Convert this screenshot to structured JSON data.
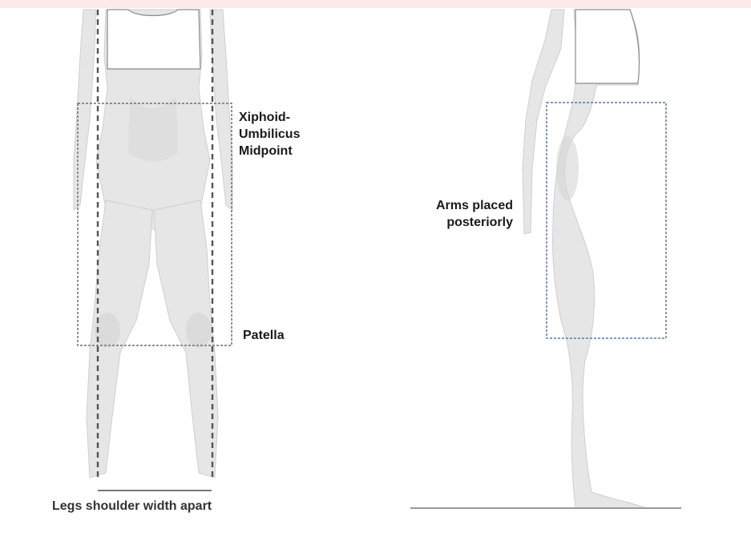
{
  "labels": {
    "xiphoid": [
      "Xiphoid-",
      "Umbilicus",
      "Midpoint"
    ],
    "patella": "Patella",
    "legs": "Legs shoulder width apart",
    "arms": [
      "Arms placed",
      "posteriorly"
    ]
  },
  "colors": {
    "top_strip": "#fbe9ec",
    "body_fill": "#e6e6e6",
    "body_shade": "#d8d8d8",
    "garment": "#ffffff",
    "outline": "#8a8a8a",
    "front_box": "#6f6f6f",
    "side_box": "#5b78a8",
    "ground": "#9a9a9a"
  }
}
